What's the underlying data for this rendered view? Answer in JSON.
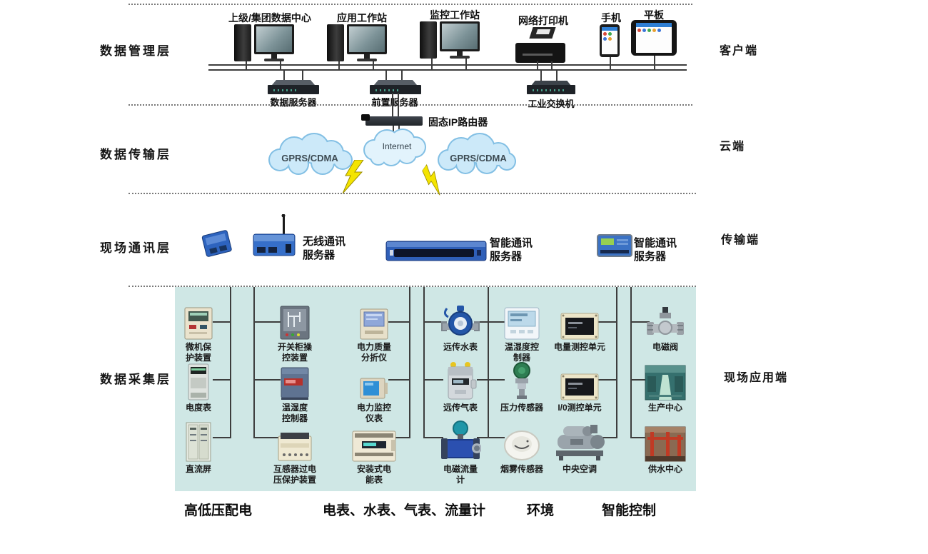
{
  "left_labels": {
    "management": "数据管理层",
    "transmission": "数据传输层",
    "communication": "现场通讯层",
    "acquisition": "数据采集层"
  },
  "right_labels": {
    "management": "客户端",
    "transmission": "云端",
    "communication": "传输端",
    "acquisition": "现场应用端"
  },
  "management": {
    "datacenter_label": "上级/集团数据中心",
    "app_workstation_label": "应用工作站",
    "monitor_workstation_label": "监控工作站",
    "printer_label": "网络打印机",
    "phone_label": "手机",
    "tablet_label": "平板",
    "data_server_label": "数据服务器",
    "front_server_label": "前置服务器",
    "switch_label": "工业交换机"
  },
  "transmission": {
    "router_label": "固态IP路由器",
    "internet_label": "Internet",
    "gprs_left_label": "GPRS/CDMA",
    "gprs_right_label": "GPRS/CDMA"
  },
  "communication": {
    "wireless_server_label": "无线通讯服务器",
    "smart_server1_label": "智能通讯服务器",
    "smart_server2_label": "智能通讯服务器"
  },
  "acquisition": {
    "devices": [
      "微机保护装置",
      "电度表",
      "直流屏",
      "开关柜操控装置",
      "温湿度控制器",
      "互感器过电压保护装置",
      "电力质量分折仪",
      "电力监控仪表",
      "安装式电能表",
      "远传水表",
      "远传气表",
      "电磁流量计",
      "温湿度控制器",
      "压力传感器",
      "烟雾传感器",
      "电量测控单元",
      "I/0测控单元",
      "中央空调",
      "电磁阀",
      "生产中心",
      "供水中心"
    ],
    "categories": [
      "高低压配电",
      "电表、水表、气表、流量计",
      "环境",
      "智能控制"
    ]
  },
  "colors": {
    "panel_bg": "#cfe7e5",
    "cloud_fill": "#cce9f9",
    "cloud_border": "#82bfe4",
    "lightning": "#f4e400",
    "device_blue": "#2f5fb8"
  }
}
